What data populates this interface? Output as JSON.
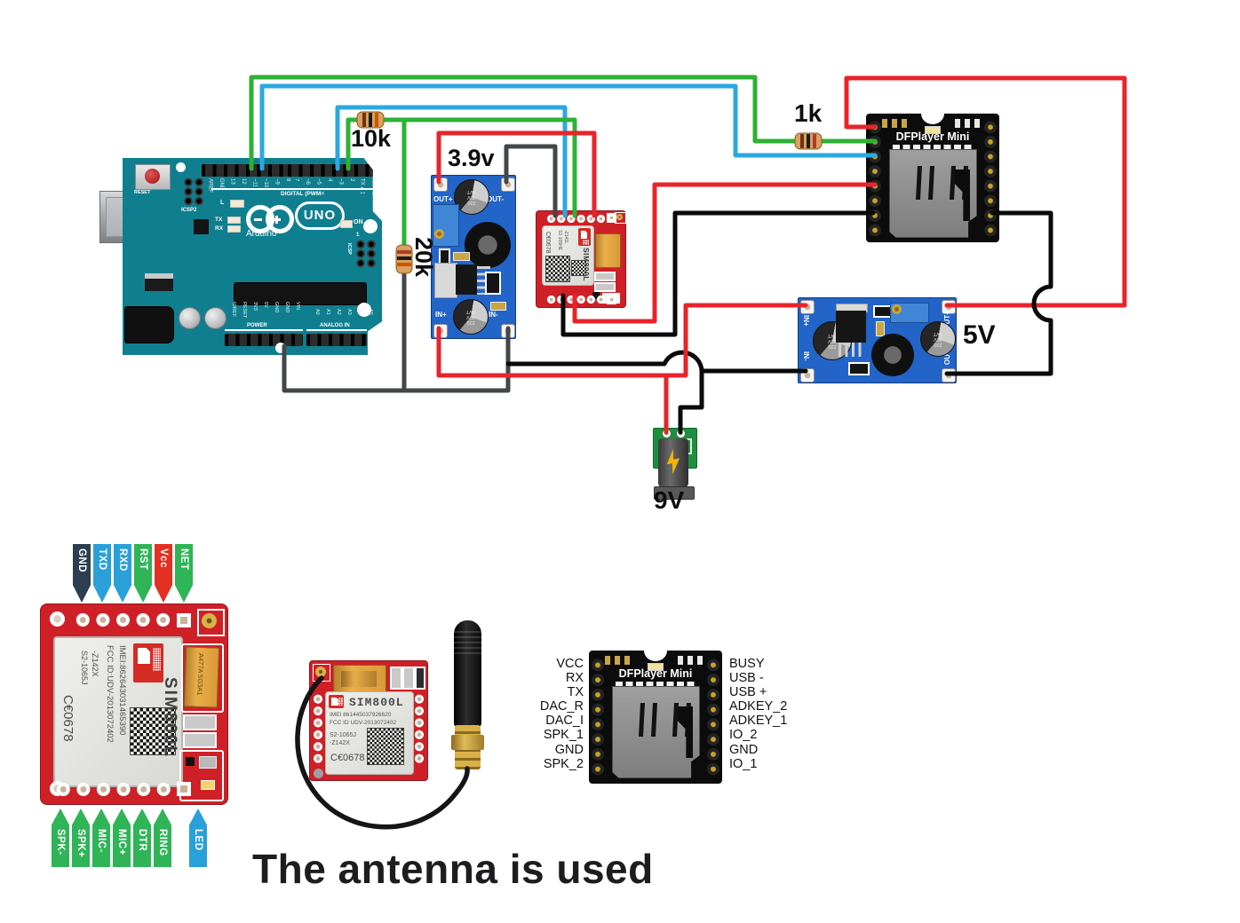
{
  "labels": {
    "r10k": "10k",
    "r20k": "20k",
    "r1k": "1k",
    "v39": "3.9v",
    "v5": "5V",
    "v9": "9V",
    "caption": "The antenna is used"
  },
  "colors": {
    "wire_green": "#2eb135",
    "wire_blue": "#2ba8e0",
    "wire_red": "#e8242b",
    "wire_black": "#0a0a0a",
    "wire_gray": "#43474a",
    "arduino_teal": "#0f7f90",
    "pcb_red": "#cf2027",
    "pcb_blue": "#2264c8",
    "battery_green": "#1e8f3e",
    "module_black": "#0c0c0c"
  },
  "arduino": {
    "reset_label": "RESET",
    "icsp2_label": "ICSP2",
    "icsp_label": "ICSP",
    "pin1_label": "1",
    "led_l": "L",
    "led_tx": "TX",
    "led_rx": "RX",
    "on_label": "ON",
    "uno": "UNO",
    "brand": "Arduino",
    "digital_caption": "DIGITAL (PWM=",
    "power_caption": "POWER",
    "analog_caption": "ANALOG IN",
    "digital_pins_left": [
      "AREF",
      "GND",
      "13",
      "12",
      "~11",
      "~10",
      "~9",
      "8"
    ],
    "digital_pins_right": [
      "7",
      "~6",
      "~5",
      "4",
      "~3",
      "2",
      "TX▸1",
      "RX◂0"
    ],
    "power_pins": [
      "IOREF",
      "RESET",
      "3V3",
      "5V",
      "GND",
      "GND",
      "VIN"
    ],
    "analog_pins": [
      "A0",
      "A1",
      "A2",
      "A3",
      "A4",
      "A5"
    ]
  },
  "buck39": {
    "out_plus": "OUT+",
    "out_minus": "OUT-",
    "in_plus": "IN+",
    "in_minus": "IN-",
    "cap_text": "220 35V RVT"
  },
  "buck5": {
    "out_plus": "OUT+",
    "out_minus": "OUT-",
    "in_plus": "IN+",
    "in_minus": "IN-",
    "cap_text": "220 35V RVT"
  },
  "sim_circuit": {
    "name": "SIM800L",
    "model1": "S2-105HE",
    "model2": "-Z141L",
    "ce": "C€0678"
  },
  "dfplayer": {
    "title": "DFPlayer Mini",
    "left_pins": [
      "VCC",
      "RX",
      "TX",
      "DAC_R",
      "DAC_I",
      "SPK_1",
      "GND",
      "SPK_2"
    ],
    "right_pins": [
      "BUSY",
      "USB -",
      "USB +",
      "ADKEY_2",
      "ADKEY_1",
      "IO_2",
      "GND",
      "IO_1"
    ]
  },
  "sim_big": {
    "name": "SIM800L",
    "imei": "IMEI:862643031465390",
    "fcc": "FCC ID:UDV-2013072402",
    "model1": "S2-1065J",
    "model2": "-Z142X",
    "ce": "C€0678",
    "cap_text": "A477A 5G3A1",
    "top_flags": [
      {
        "text": "GND",
        "color": "#2c3e50"
      },
      {
        "text": "TXD",
        "color": "#29a0d8"
      },
      {
        "text": "RXD",
        "color": "#29a0d8"
      },
      {
        "text": "RST",
        "color": "#2fb457"
      },
      {
        "text": "Vcc",
        "color": "#e23022"
      },
      {
        "text": "NET",
        "color": "#2fb457"
      }
    ],
    "bottom_flags": [
      {
        "text": "SPK-",
        "color": "#2fb457"
      },
      {
        "text": "SPK+",
        "color": "#2fb457"
      },
      {
        "text": "MIC-",
        "color": "#2fb457"
      },
      {
        "text": "MIC+",
        "color": "#2fb457"
      },
      {
        "text": "DTR",
        "color": "#2fb457"
      },
      {
        "text": "RING",
        "color": "#2fb457"
      },
      {
        "text": "LED",
        "color": "#29a0d8"
      }
    ]
  },
  "sim_mid": {
    "name": "SIM800L",
    "imei": "IMEI 861445037926620",
    "fcc": "FCC ID UDV-2013072402",
    "model1": "S2-1065J",
    "model2": "-Z142X",
    "ce": "C€0678"
  }
}
